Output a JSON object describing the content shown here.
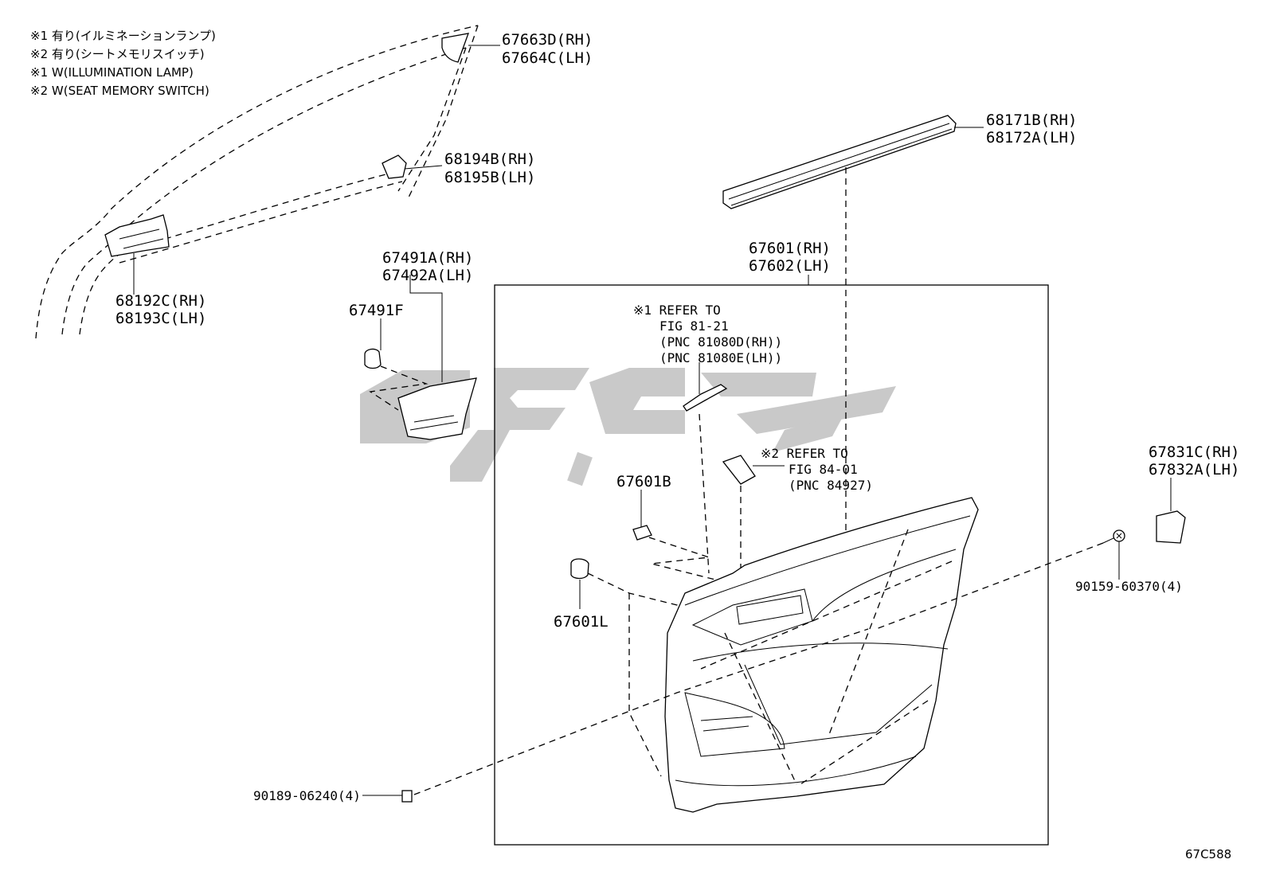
{
  "notes": [
    "※1 有り(イルミネーションランプ)",
    "※2 有り(シートメモリスイッチ)",
    "※1 W(ILLUMINATION LAMP)",
    "※2 W(SEAT MEMORY SWITCH)"
  ],
  "parts": {
    "p67663": [
      "67663D(RH)",
      "67664C(LH)"
    ],
    "p68194": [
      "68194B(RH)",
      "68195B(LH)"
    ],
    "p68192": [
      "68192C(RH)",
      "68193C(LH)"
    ],
    "p67491": [
      "67491A(RH)",
      "67492A(LH)"
    ],
    "p67491f": "67491F",
    "p68171": [
      "68171B(RH)",
      "68172A(LH)"
    ],
    "p67601": [
      "67601(RH)",
      "67602(LH)"
    ],
    "p67601b": "67601B",
    "p67601l": "67601L",
    "p67831": [
      "67831C(RH)",
      "67832A(LH)"
    ],
    "p90159": "90159-60370(4)",
    "p90189": "90189-06240(4)"
  },
  "refs": {
    "ref1": [
      "※1 REFER TO",
      "FIG 81-21",
      "(PNC 81080D(RH))",
      "(PNC 81080E(LH))"
    ],
    "ref2": [
      "※2 REFER TO",
      "FIG 84-01",
      "(PNC 84927)"
    ]
  },
  "figure_code": "67C588",
  "colors": {
    "line": "#000000",
    "watermark": "#c9c9c9",
    "background": "#ffffff"
  }
}
